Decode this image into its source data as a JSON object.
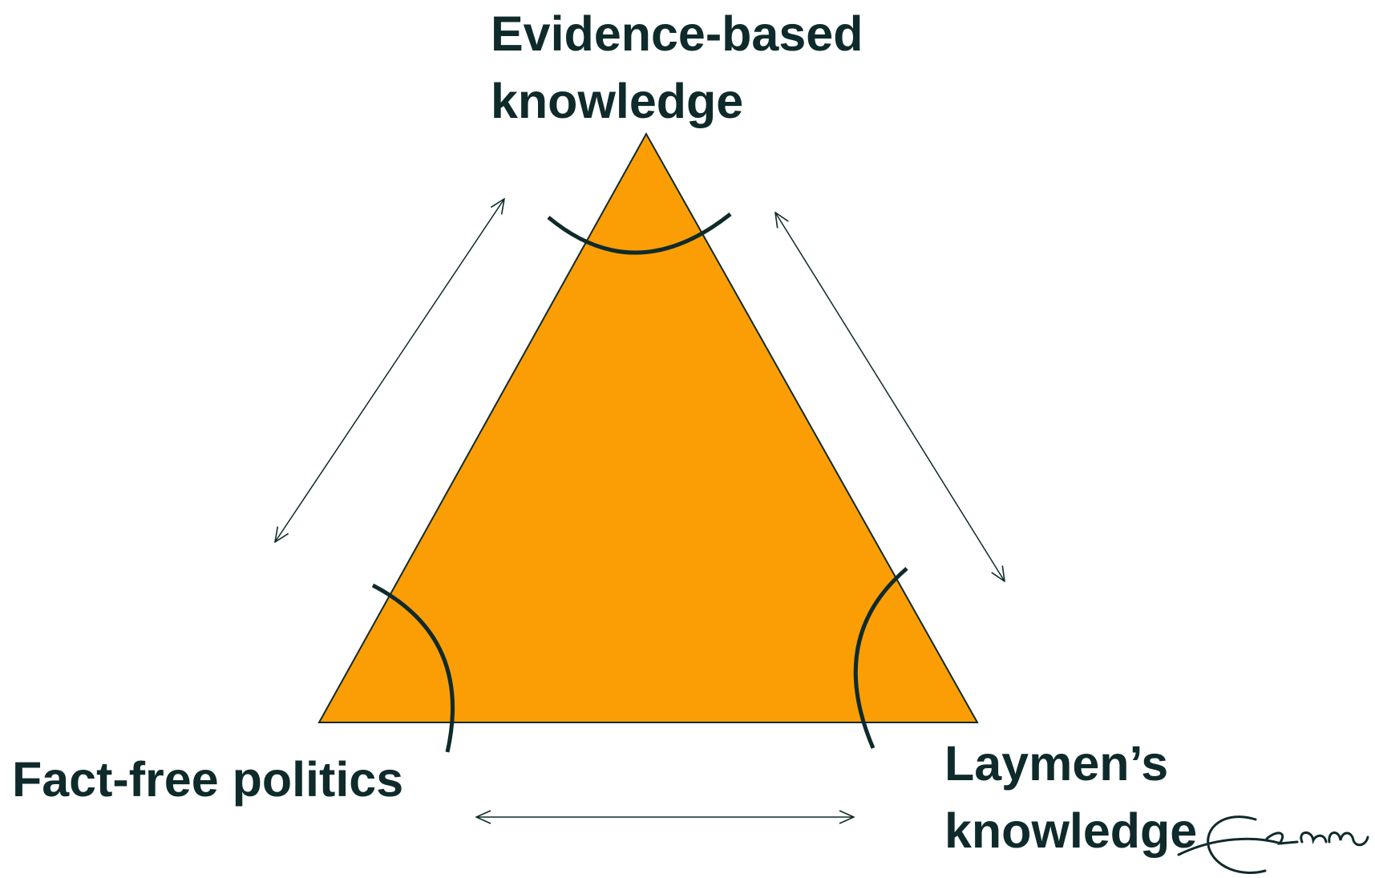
{
  "diagram": {
    "nodes": {
      "top": {
        "lines": [
          "Evidence-based",
          "knowledge"
        ]
      },
      "bottom_left": {
        "lines": [
          "Fact-free politics"
        ]
      },
      "bottom_right": {
        "lines": [
          "Laymen’s",
          "knowledge"
        ]
      }
    },
    "edges": [
      {
        "from": "bottom_left",
        "to": "top",
        "type": "double-arrow"
      },
      {
        "from": "top",
        "to": "bottom_right",
        "type": "double-arrow"
      },
      {
        "from": "bottom_left",
        "to": "bottom_right",
        "type": "double-arrow"
      }
    ]
  },
  "colors": {
    "triangle_fill": "#fb9e05",
    "outline": "#0f2a2b",
    "text": "#0f2a2b"
  },
  "logo": {
    "text": "Erasmus",
    "icon": "erasmus-signature-logo"
  }
}
